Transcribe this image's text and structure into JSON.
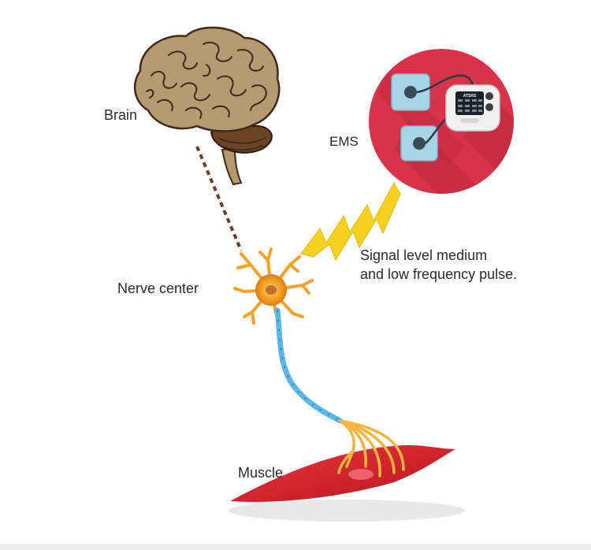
{
  "labels": {
    "brain": "Brain",
    "ems": "EMS",
    "nerve_center": "Nerve center",
    "muscle": "Muscle",
    "signal_line1": "Signal level medium",
    "signal_line2": "and low frequency pulse."
  },
  "device": {
    "brand": "ATSRS"
  },
  "colors": {
    "brain": "#b59a72",
    "brain_dark": "#3f2a1a",
    "cerebellum": "#6b4424",
    "ems_circle": "#d9334a",
    "lightning": "#f5d21f",
    "neuron": "#f6a12a",
    "axon_sheath": "#5bb8e6",
    "muscle": "#d4202a",
    "nerve_branch": "#f2b640"
  }
}
